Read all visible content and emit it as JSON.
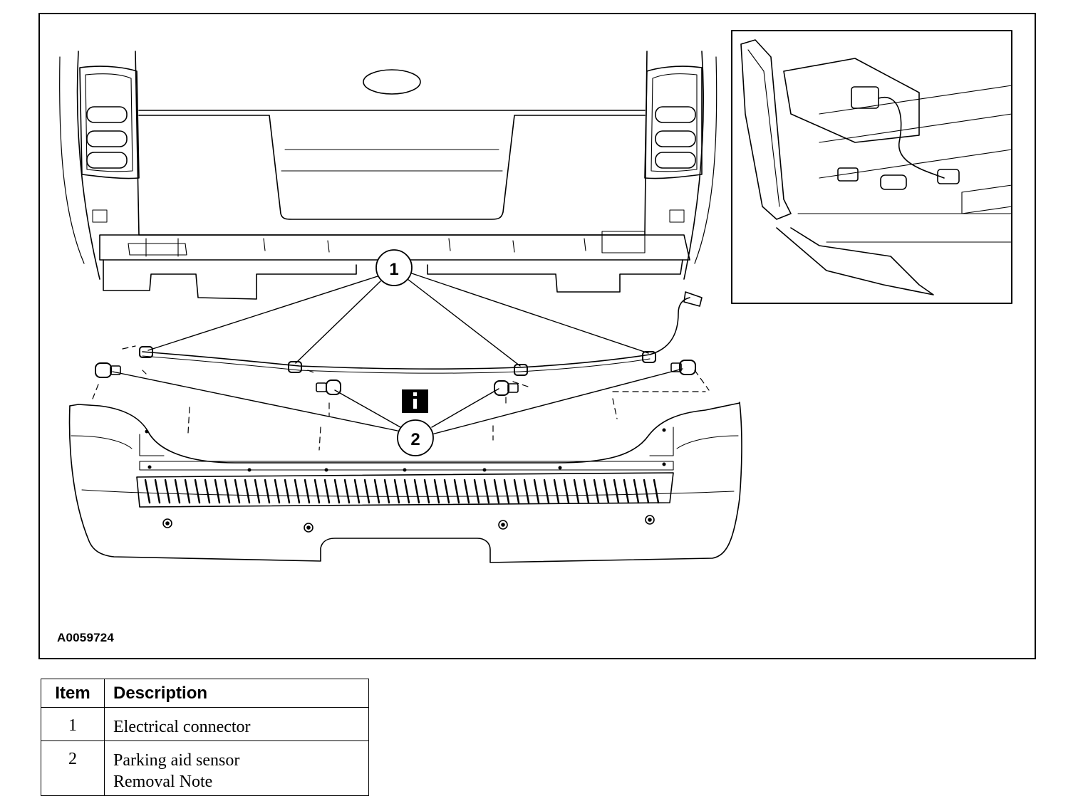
{
  "figure": {
    "id": "A0059724",
    "callouts": [
      {
        "number": "1"
      },
      {
        "number": "2"
      }
    ],
    "info_icon": "info-icon"
  },
  "legend": {
    "headers": {
      "item": "Item",
      "description": "Description"
    },
    "rows": [
      {
        "item": "1",
        "description": "Electrical connector",
        "note": ""
      },
      {
        "item": "2",
        "description": "Parking aid sensor",
        "note": "Removal Note"
      }
    ]
  }
}
